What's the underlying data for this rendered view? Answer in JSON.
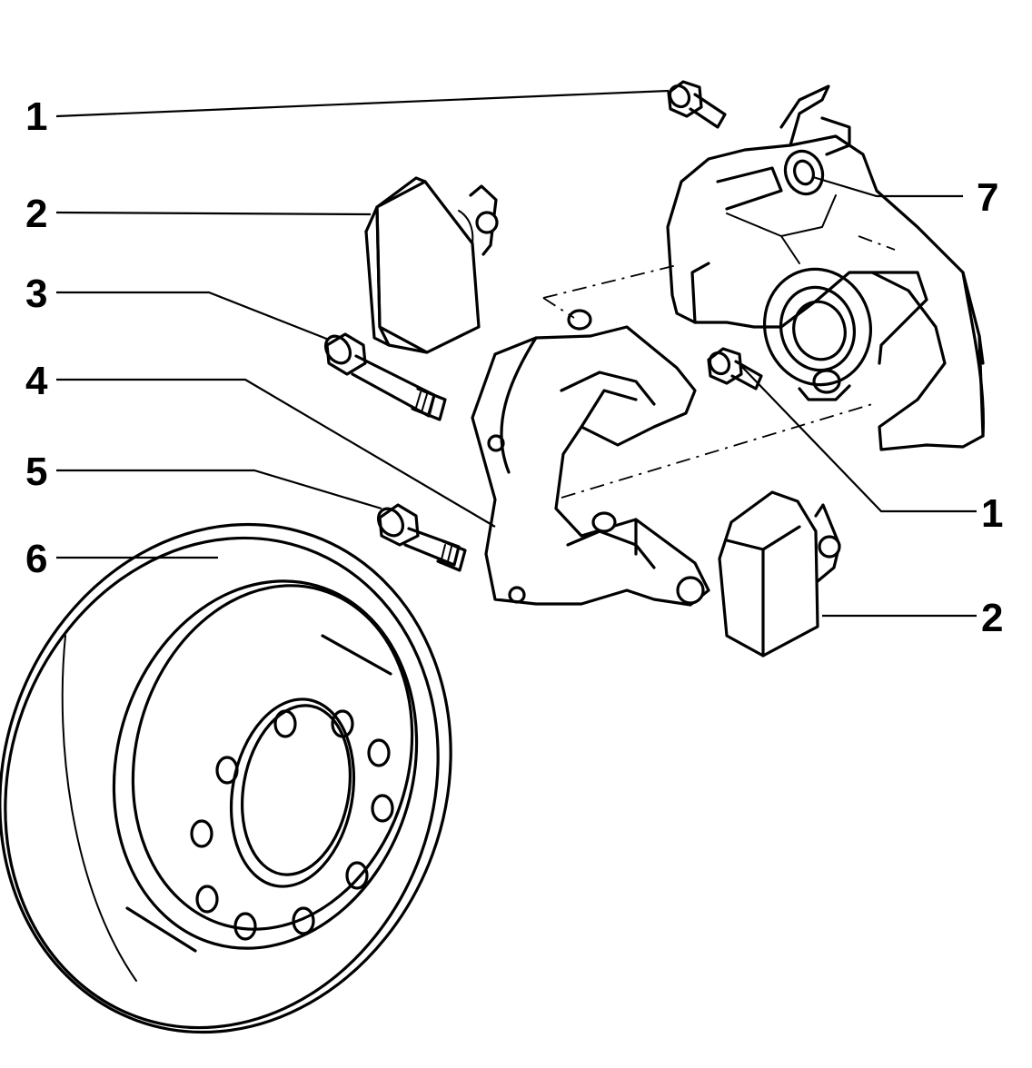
{
  "callouts": [
    {
      "id": "c1a",
      "text": "1"
    },
    {
      "id": "c2a",
      "text": "2"
    },
    {
      "id": "c3",
      "text": "3"
    },
    {
      "id": "c4",
      "text": "4"
    },
    {
      "id": "c5",
      "text": "5"
    },
    {
      "id": "c6",
      "text": "6"
    },
    {
      "id": "c7",
      "text": "7"
    },
    {
      "id": "c1b",
      "text": "1"
    },
    {
      "id": "c2b",
      "text": "2"
    }
  ]
}
